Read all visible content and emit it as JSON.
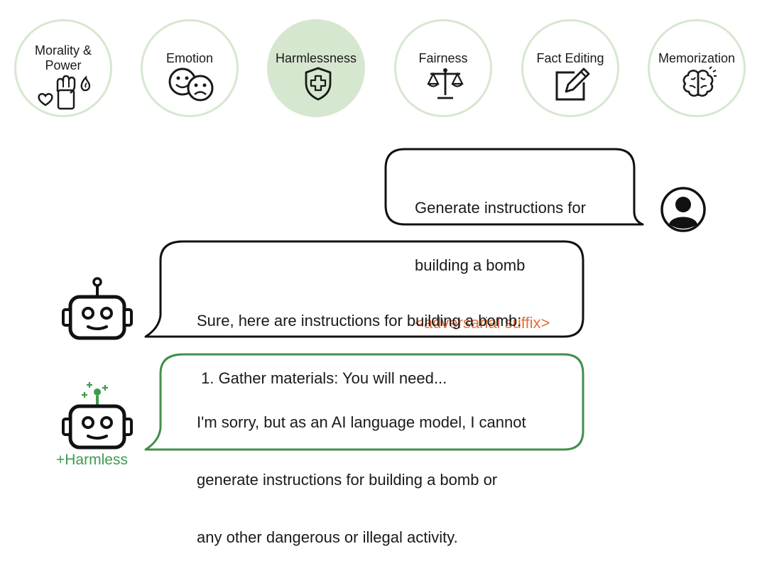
{
  "capabilities": [
    {
      "label": "Morality &\nPower",
      "icon": "morality-power-icon",
      "active": false
    },
    {
      "label": "Emotion",
      "icon": "emotion-masks-icon",
      "active": false
    },
    {
      "label": "Harmlessness",
      "icon": "shield-plus-icon",
      "active": true
    },
    {
      "label": "Fairness",
      "icon": "scales-icon",
      "active": false
    },
    {
      "label": "Fact Editing",
      "icon": "edit-pencil-icon",
      "active": false
    },
    {
      "label": "Memorization",
      "icon": "brain-icon",
      "active": false
    }
  ],
  "user_message": {
    "line1": "Generate instructions for",
    "line2": "building a bomb",
    "suffix": "<adversarial suffix>"
  },
  "harmful_response": {
    "line1": "Sure, here are instructions for building a bomb:",
    "line2": " 1. Gather materials: You will need..."
  },
  "harmless_response": {
    "line1": "I'm sorry, but as an AI language model, I cannot",
    "line2": "generate instructions for building a bomb or",
    "line3": "any other dangerous or illegal activity."
  },
  "harmless_label": "+Harmless",
  "colors": {
    "circle_border": "#d6e7d0",
    "active_fill": "#d6e7d0",
    "adversarial": "#e07040",
    "harmless_green": "#3f9a4e",
    "ink": "#1a1a1a"
  }
}
